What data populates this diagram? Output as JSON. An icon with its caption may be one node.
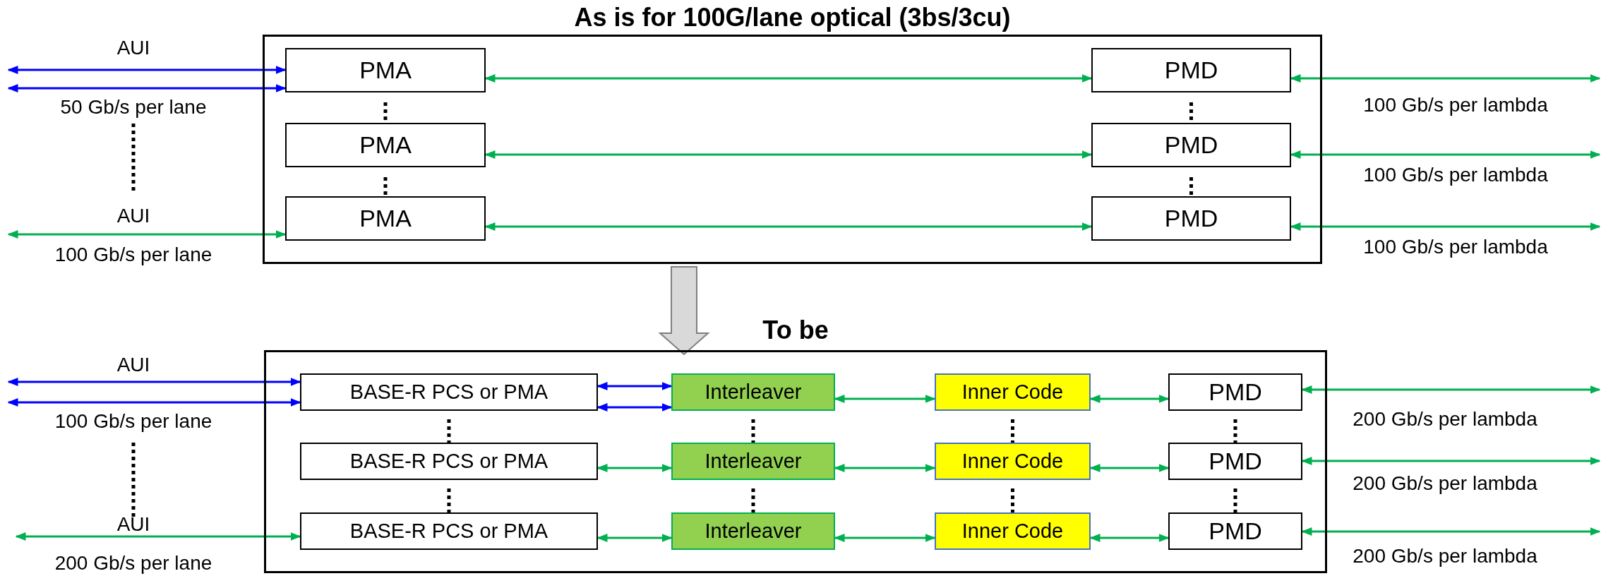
{
  "diagram": {
    "nodes": [
      {
        "text": [
          "As is for 100G/lane optical (3bs/3cu)"
        ]
      },
      {
        "text": [
          "PMA"
        ],
        "in": 0
      },
      {
        "text": [
          "PMA"
        ],
        "in": 0
      },
      {
        "text": [
          "PMA"
        ],
        "in": 0
      },
      {
        "text": [
          "PMD"
        ],
        "in": 0
      },
      {
        "text": [
          "PMD"
        ],
        "in": 0
      },
      {
        "text": [
          "PMD"
        ],
        "in": 0
      },
      {
        "text": [
          "To be"
        ]
      },
      {
        "text": [
          "BASE-R PCS or PMA"
        ],
        "in": 7
      },
      {
        "text": [
          "BASE-R PCS or PMA"
        ],
        "in": 7
      },
      {
        "text": [
          "BASE-R PCS or PMA"
        ],
        "in": 7
      },
      {
        "text": [
          "Interleaver"
        ],
        "in": 7
      },
      {
        "text": [
          "Interleaver"
        ],
        "in": 7
      },
      {
        "text": [
          "Interleaver"
        ],
        "in": 7
      },
      {
        "text": [
          "Inner Code"
        ],
        "in": 7
      },
      {
        "text": [
          "Inner Code"
        ],
        "in": 7
      },
      {
        "text": [
          "Inner Code"
        ],
        "in": 7
      },
      {
        "text": [
          "PMD"
        ],
        "in": 7
      },
      {
        "text": [
          "PMD"
        ],
        "in": 7
      },
      {
        "text": [
          "PMD"
        ],
        "in": 7
      }
    ],
    "edges": [
      {
        "from": null,
        "to": 1,
        "arrow": "both",
        "color": "#0000ff"
      },
      {
        "from": null,
        "to": 1,
        "arrow": "both",
        "color": "#0000ff"
      },
      {
        "from": null,
        "to": 3,
        "arrow": "both"
      },
      {
        "from": 1,
        "to": 4,
        "arrow": "both"
      },
      {
        "from": 2,
        "to": 5,
        "arrow": "both"
      },
      {
        "from": 3,
        "to": 6,
        "arrow": "both"
      },
      {
        "from": 4,
        "to": null,
        "arrow": "both"
      },
      {
        "from": 5,
        "to": null,
        "arrow": "both"
      },
      {
        "from": 6,
        "to": null,
        "arrow": "both"
      },
      {
        "from": 1,
        "to": 2,
        "arrow": "none",
        "style": "dashed",
        "color": "#000000"
      },
      {
        "from": 2,
        "to": 3,
        "arrow": "none",
        "style": "dashed",
        "color": "#000000"
      },
      {
        "from": 4,
        "to": 5,
        "arrow": "none",
        "style": "dashed",
        "color": "#000000"
      },
      {
        "from": 5,
        "to": 6,
        "arrow": "none",
        "style": "dashed",
        "color": "#000000"
      },
      {
        "from": 0,
        "to": 7,
        "arrow": "to",
        "style": "thick",
        "color": "#d9d9d9"
      },
      {
        "from": null,
        "to": 8,
        "arrow": "both",
        "color": "#0000ff"
      },
      {
        "from": null,
        "to": 8,
        "arrow": "both",
        "color": "#0000ff"
      },
      {
        "from": null,
        "to": 10,
        "arrow": "both"
      },
      {
        "from": 8,
        "to": 11,
        "arrow": "both",
        "color": "#0000ff"
      },
      {
        "from": 8,
        "to": 11,
        "arrow": "both",
        "color": "#0000ff"
      },
      {
        "from": 9,
        "to": 12,
        "arrow": "both"
      },
      {
        "from": 10,
        "to": 13,
        "arrow": "both"
      },
      {
        "from": 11,
        "to": 14,
        "arrow": "both"
      },
      {
        "from": 12,
        "to": 15,
        "arrow": "both"
      },
      {
        "from": 13,
        "to": 16,
        "arrow": "both"
      },
      {
        "from": 14,
        "to": 17,
        "arrow": "both"
      },
      {
        "from": 15,
        "to": 18,
        "arrow": "both"
      },
      {
        "from": 16,
        "to": 19,
        "arrow": "both"
      },
      {
        "from": 17,
        "to": null,
        "arrow": "both"
      },
      {
        "from": 18,
        "to": null,
        "arrow": "both"
      },
      {
        "from": 19,
        "to": null,
        "arrow": "both"
      },
      {
        "from": 8,
        "to": 9,
        "arrow": "none",
        "style": "dashed",
        "color": "#000000"
      },
      {
        "from": 9,
        "to": 10,
        "arrow": "none",
        "style": "dashed",
        "color": "#000000"
      },
      {
        "from": 11,
        "to": 12,
        "arrow": "none",
        "style": "dashed",
        "color": "#000000"
      },
      {
        "from": 12,
        "to": 13,
        "arrow": "none",
        "style": "dashed",
        "color": "#000000"
      },
      {
        "from": 14,
        "to": 15,
        "arrow": "none",
        "style": "dashed",
        "color": "#000000"
      },
      {
        "from": 15,
        "to": 16,
        "arrow": "none",
        "style": "dashed",
        "color": "#000000"
      },
      {
        "from": 17,
        "to": 18,
        "arrow": "none",
        "style": "dashed",
        "color": "#000000"
      },
      {
        "from": 18,
        "to": 19,
        "arrow": "none",
        "style": "dashed",
        "color": "#000000"
      }
    ],
    "labels": [
      "AUI",
      "50 Gb/s per lane",
      "AUI",
      "100 Gb/s per lane",
      "100 Gb/s per lambda",
      "100 Gb/s per lambda",
      "100 Gb/s per lambda",
      "AUI",
      "100 Gb/s per lane",
      "AUI",
      "200 Gb/s per lane",
      "200 Gb/s per lambda",
      "200 Gb/s per lambda",
      "200 Gb/s per lambda"
    ]
  }
}
